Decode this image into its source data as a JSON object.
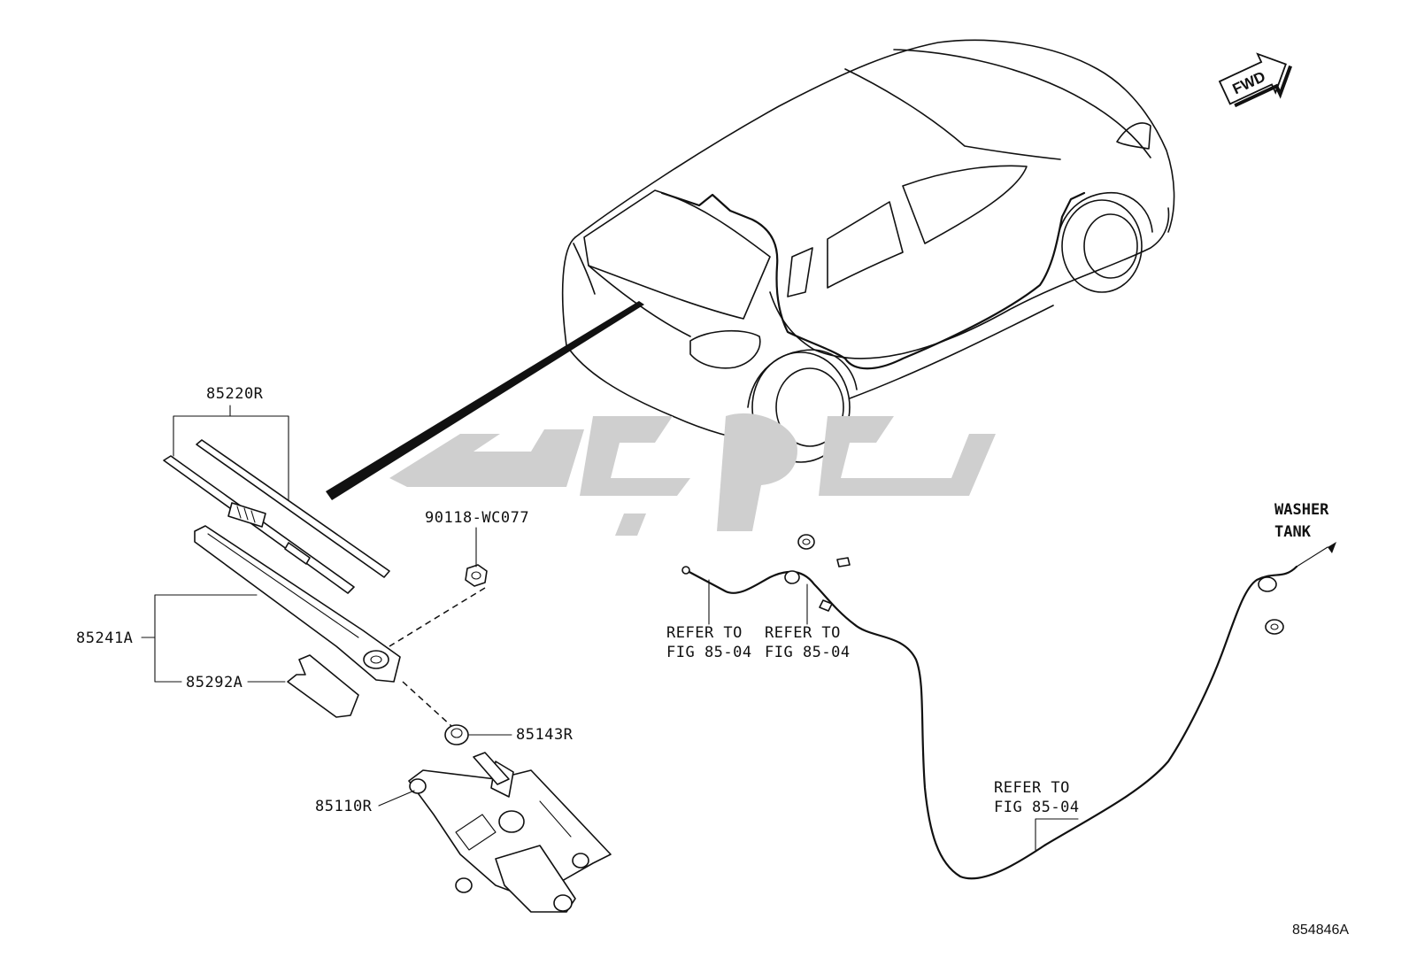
{
  "diagram": {
    "id_code": "854846A",
    "fwd_badge": "FWD",
    "parts": {
      "wiper_blade": "85220R",
      "wiper_arm": "85241A",
      "arm_cover": "85292A",
      "nut": "90118-WC077",
      "pivot_cap": "85143R",
      "wiper_motor": "85110R"
    },
    "washer_tank": {
      "line1": "WASHER",
      "line2": "TANK"
    },
    "refer_notes": [
      {
        "line1": "REFER TO",
        "line2": "FIG 85-04"
      },
      {
        "line1": "REFER TO",
        "line2": "FIG 85-04"
      },
      {
        "line1": "REFER TO",
        "line2": "FIG 85-04"
      }
    ]
  }
}
